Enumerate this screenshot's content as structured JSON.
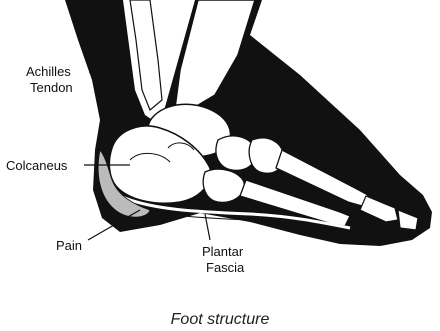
{
  "labels": {
    "achilles_line1": "Achilles",
    "achilles_line2": "Tendon",
    "calcaneus": "Colcaneus",
    "pain": "Pain",
    "plantar_line1": "Plantar",
    "plantar_line2": "Fascia"
  },
  "caption": "Foot structure",
  "colors": {
    "ink": "#111111",
    "bone": "#ffffff",
    "background": "#ffffff"
  }
}
